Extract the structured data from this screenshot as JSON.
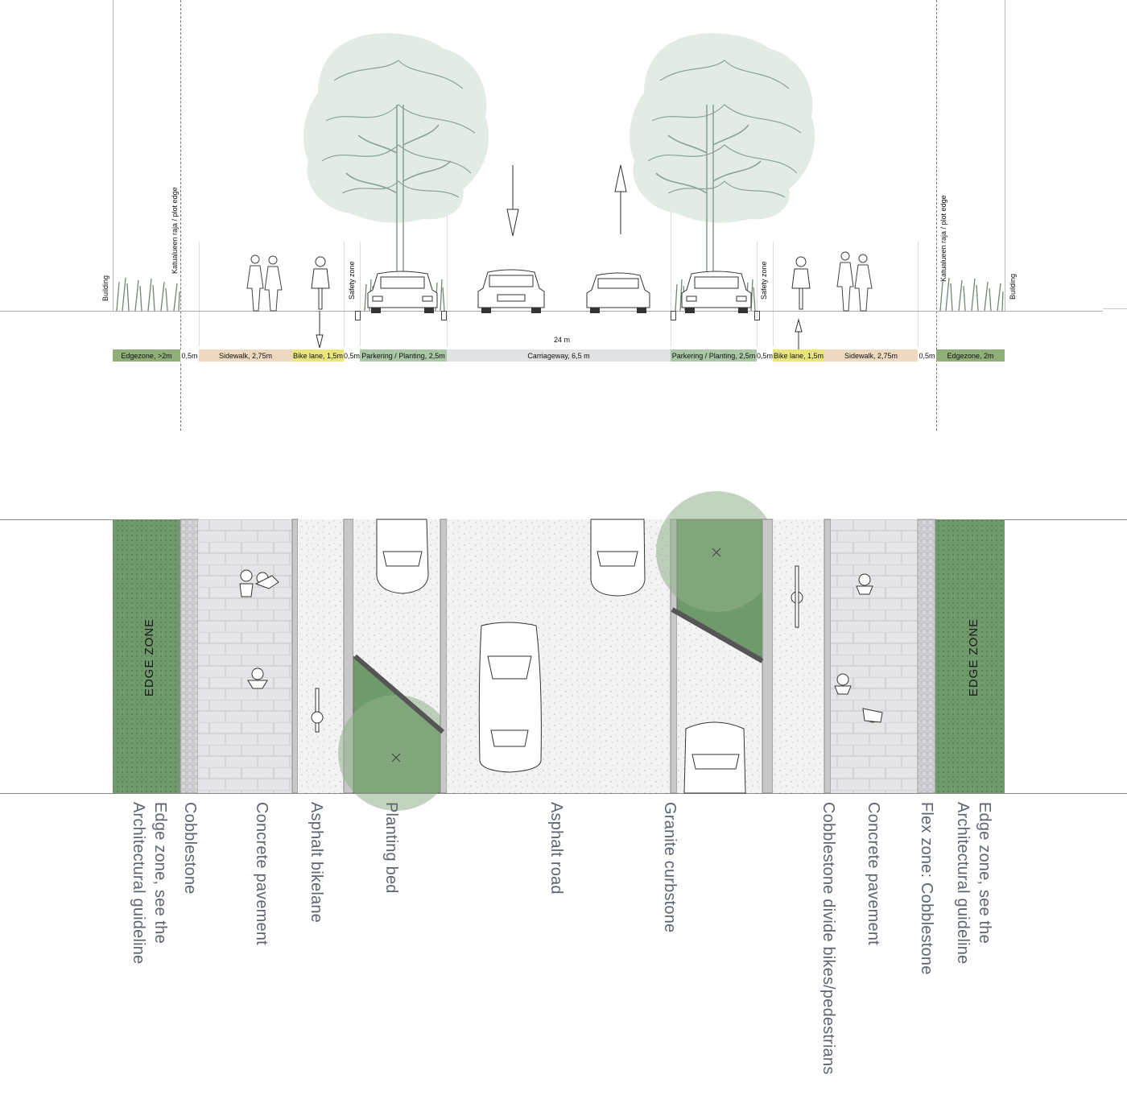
{
  "section": {
    "width_label": "24 m",
    "vertical_labels": {
      "building_left": "Building",
      "plot_edge_left": "Katualueen raja / plot edge",
      "safety_left": "Safety zone",
      "safety_right": "Safety zone",
      "plot_edge_right": "Katualueen raja / plot edge",
      "building_right": "Building"
    },
    "zones": [
      {
        "label": "Edgezone, >2m",
        "color": "#8fae78"
      },
      {
        "label": "0,5m",
        "color": "#ffffff"
      },
      {
        "label": "Sidewalk, 2,75m",
        "color": "#ecd9bf"
      },
      {
        "label": "Bike lane, 1,5m",
        "color": "#e9e57d"
      },
      {
        "label": "0,5m",
        "color": "#ffffff"
      },
      {
        "label": "Parkering / Planting, 2,5m",
        "color": "#a9c6a5"
      },
      {
        "label": "Carriageway, 6,5 m",
        "color": "#e1e2e4"
      },
      {
        "label": "Parkering / Planting, 2,5m",
        "color": "#a9c6a5"
      },
      {
        "label": "0,5m",
        "color": "#ffffff"
      },
      {
        "label": "Bike lane, 1,5m",
        "color": "#e9e57d"
      },
      {
        "label": "Sidewalk, 2,75m",
        "color": "#ecd9bf"
      },
      {
        "label": "0,5m",
        "color": "#ffffff"
      },
      {
        "label": "Edgezone, 2m",
        "color": "#8fae78"
      }
    ]
  },
  "plan": {
    "edge_zone_left": "EDGE ZONE",
    "edge_zone_right": "EDGE ZONE",
    "colors": {
      "green": "#6f9a6b",
      "pavement": "#e4e4e6",
      "asphalt": "#f1f1f1",
      "curb": "#b8b8b8"
    }
  },
  "materials": [
    {
      "label": "Edge zone, see the\nArchitectural guideline"
    },
    {
      "label": "Cobblestone"
    },
    {
      "label": "Concrete pavement"
    },
    {
      "label": "Asphalt bikelane"
    },
    {
      "label": "Planting bed"
    },
    {
      "label": "Asphalt road"
    },
    {
      "label": "Granite curbstone"
    },
    {
      "label": "Cobblestone divide bikes/pedestrians"
    },
    {
      "label": "Concrete pavement"
    },
    {
      "label": "Flex zone: Cobblestone"
    },
    {
      "label": "Edge zone, see the\nArchitectural guideline"
    }
  ]
}
